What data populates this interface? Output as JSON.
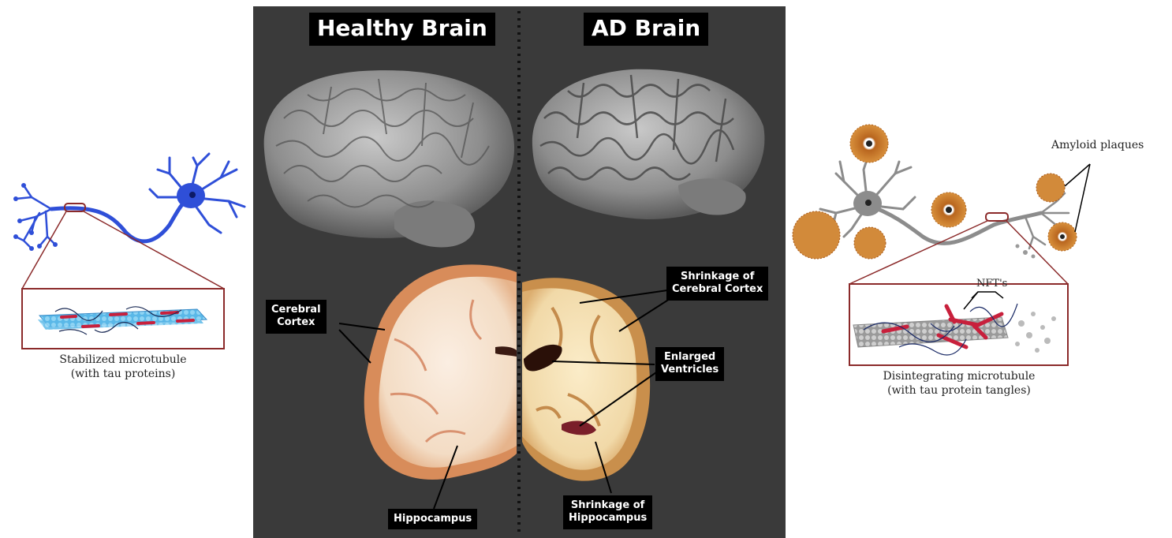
{
  "panel": {
    "healthy_title": "Healthy Brain",
    "ad_title": "AD Brain"
  },
  "labels": {
    "cerebral_cortex": "Cerebral\nCortex",
    "hippocampus": "Hippocampus",
    "shrinkage_cortex": "Shrinkage of\nCerebral Cortex",
    "enlarged_ventricles": "Enlarged\nVentricles",
    "shrinkage_hippocampus": "Shrinkage of\nHippocampus"
  },
  "left_neuron": {
    "caption": "Stabilized microtubule\n(with tau proteins)"
  },
  "right_neuron": {
    "caption": "Disintegrating microtubule\n(with tau protein tangles)",
    "plaques_label": "Amyloid plaques",
    "nfts_label": "NFT's"
  },
  "colors": {
    "panel_bg": "#3a3a3a",
    "healthy_neuron": "#2f4fd8",
    "ad_neuron": "#8c8c8c",
    "plaque": "#c8782a",
    "tau": "#c8203c",
    "inset_border": "#8b2a2a"
  }
}
